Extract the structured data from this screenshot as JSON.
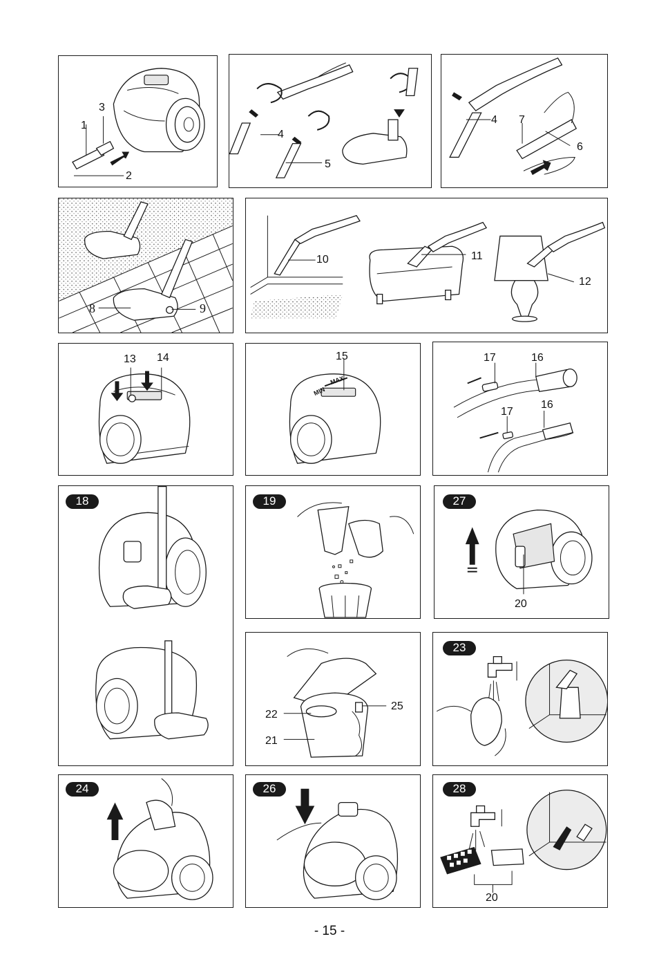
{
  "page_number": "- 15 -",
  "panels": {
    "p1": {
      "labels": [
        "1",
        "2",
        "3"
      ]
    },
    "p2": {
      "labels": [
        "4",
        "5"
      ]
    },
    "p3": {
      "labels": [
        "4",
        "6",
        "7"
      ]
    },
    "p4": {
      "labels": [
        "8",
        "9"
      ]
    },
    "p5": {
      "labels": [
        "10",
        "11",
        "12"
      ]
    },
    "p6": {
      "labels": [
        "13",
        "14"
      ]
    },
    "p7": {
      "labels": [
        "15"
      ],
      "min_text": "MIN",
      "max_text": "MAX"
    },
    "p8": {
      "labels": [
        "16",
        "17",
        "16",
        "17"
      ]
    },
    "p18": {
      "badge": "18"
    },
    "p19": {
      "badge": "19"
    },
    "p27": {
      "badge": "27",
      "labels": [
        "20"
      ]
    },
    "p22": {
      "labels": [
        "21",
        "22",
        "25"
      ]
    },
    "p23": {
      "badge": "23"
    },
    "p24": {
      "badge": "24"
    },
    "p26": {
      "badge": "26"
    },
    "p28": {
      "badge": "28",
      "labels": [
        "20"
      ]
    }
  }
}
